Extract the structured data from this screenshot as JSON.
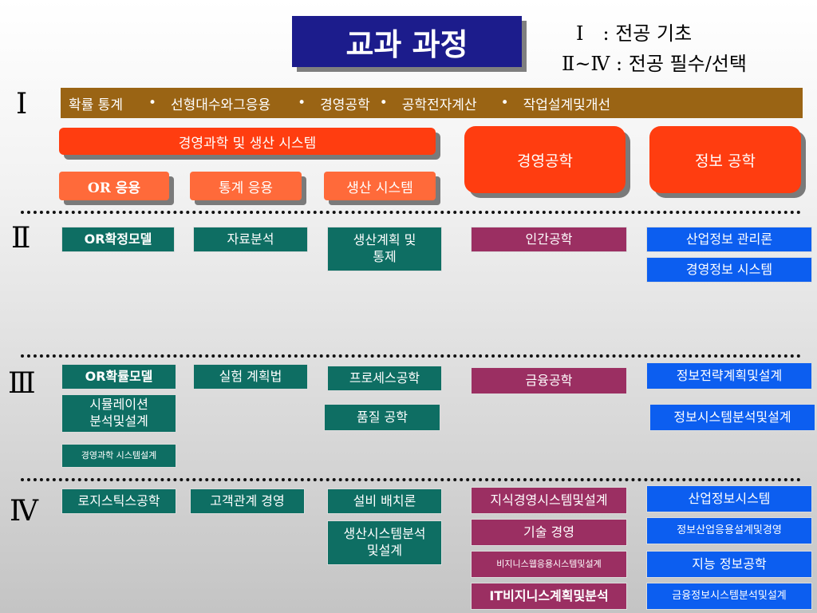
{
  "title": "교과 과정",
  "legend": {
    "line1": "Ⅰ　: 전공 기초",
    "line2": "Ⅱ~Ⅳ : 전공 필수/선택"
  },
  "levels": [
    "Ⅰ",
    "Ⅱ",
    "Ⅲ",
    "Ⅳ"
  ],
  "foundation": {
    "band": [
      "확률 통계",
      "•",
      "선형대수와그응용",
      "•",
      "경영공학",
      "•",
      "공학전자계산",
      "•",
      "작업설계및개선"
    ],
    "tracks": {
      "mgmt_science": "경영과학 및 생산 시스템",
      "mgmt_eng": "경영공학",
      "info_eng": "정보 공학"
    },
    "subtracks": {
      "or": "OR 응용",
      "stats": "통계 응용",
      "production": "생산 시스템"
    }
  },
  "level2": {
    "or": "OR확정모델",
    "stats": "자료분석",
    "production": "생산계획 및\n통제",
    "mgmt": "인간공학",
    "info1": "산업정보 관리론",
    "info2": "경영정보 시스템"
  },
  "level3": {
    "or1": "OR확률모델",
    "or2": "시뮬레이션\n분석및설계",
    "or3": "경영과학 시스템설계",
    "stats": "실험 계획법",
    "production1": "프로세스공학",
    "production2": "품질 공학",
    "mgmt": "금융공학",
    "info1": "정보전략계획및설계",
    "info2": "정보시스템분석및설계"
  },
  "level4": {
    "or": "로지스틱스공학",
    "stats": "고객관계 경영",
    "production1": "설비 배치론",
    "production2": "생산시스템분석\n및설계",
    "mgmt1": "지식경영시스템및설계",
    "mgmt2": "기술 경영",
    "mgmt3": "비지니스웹응용시스템및설계",
    "mgmt4": "IT비지니스계획및분석",
    "info1": "산업정보시스템",
    "info2": "정보산업응용설계및경영",
    "info3": "지능 정보공학",
    "info4": "금융정보시스템분석및설계"
  },
  "colors": {
    "title_bg": "#1c1c8c",
    "band_bg": "#9a6414",
    "track_red": "#ff3d10",
    "subtrack_salmon": "#ff6a3a",
    "teal": "#0e6e63",
    "plum": "#9b2f62",
    "blue": "#0c5ef0"
  }
}
